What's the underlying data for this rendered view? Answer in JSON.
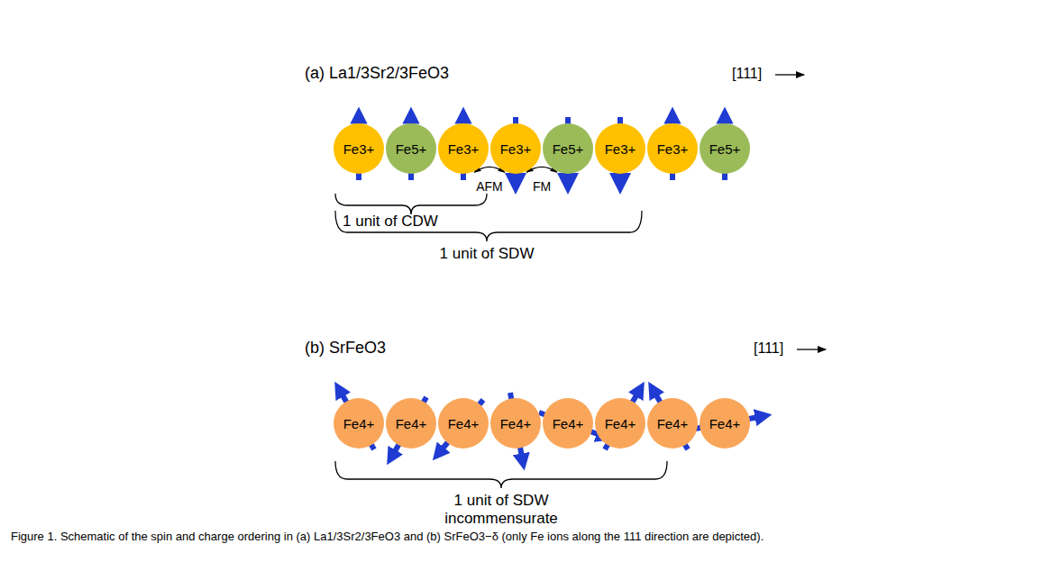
{
  "diagram": {
    "caption": "Figure 1. Schematic of the spin and charge ordering in (a) La1/3Sr2/3FeO3 and (b) SrFeO3−δ (only Fe ions along the 111 direction are depicted).",
    "nodes": [
      {
        "text": [
          "Fe3+"
        ]
      },
      {
        "text": [
          "Fe5+"
        ]
      },
      {
        "text": [
          "Fe3+"
        ]
      },
      {
        "text": [
          "Fe3+"
        ]
      },
      {
        "text": [
          "Fe5+"
        ]
      },
      {
        "text": [
          "Fe3+"
        ]
      },
      {
        "text": [
          "Fe3+"
        ]
      },
      {
        "text": [
          "Fe5+"
        ]
      },
      {
        "text": [
          "Fe4+"
        ]
      },
      {
        "text": [
          "Fe4+"
        ]
      },
      {
        "text": [
          "Fe4+"
        ]
      },
      {
        "text": [
          "Fe4+"
        ]
      },
      {
        "text": [
          "Fe4+"
        ]
      },
      {
        "text": [
          "Fe4+"
        ]
      },
      {
        "text": [
          "Fe4+"
        ]
      },
      {
        "text": [
          "Fe4+"
        ]
      }
    ],
    "edges": [
      {
        "from": 2,
        "to": 3,
        "label": "AFM",
        "arrow": "both"
      },
      {
        "from": 3,
        "to": 4,
        "label": "FM",
        "arrow": "both"
      }
    ],
    "labels": [
      "(a) La1/3Sr2/3FeO3",
      "[111]",
      "1 unit of CDW",
      "1 unit of SDW",
      "(b) SrFeO3",
      "[111]",
      "1 unit of SDW incommensurate"
    ]
  }
}
